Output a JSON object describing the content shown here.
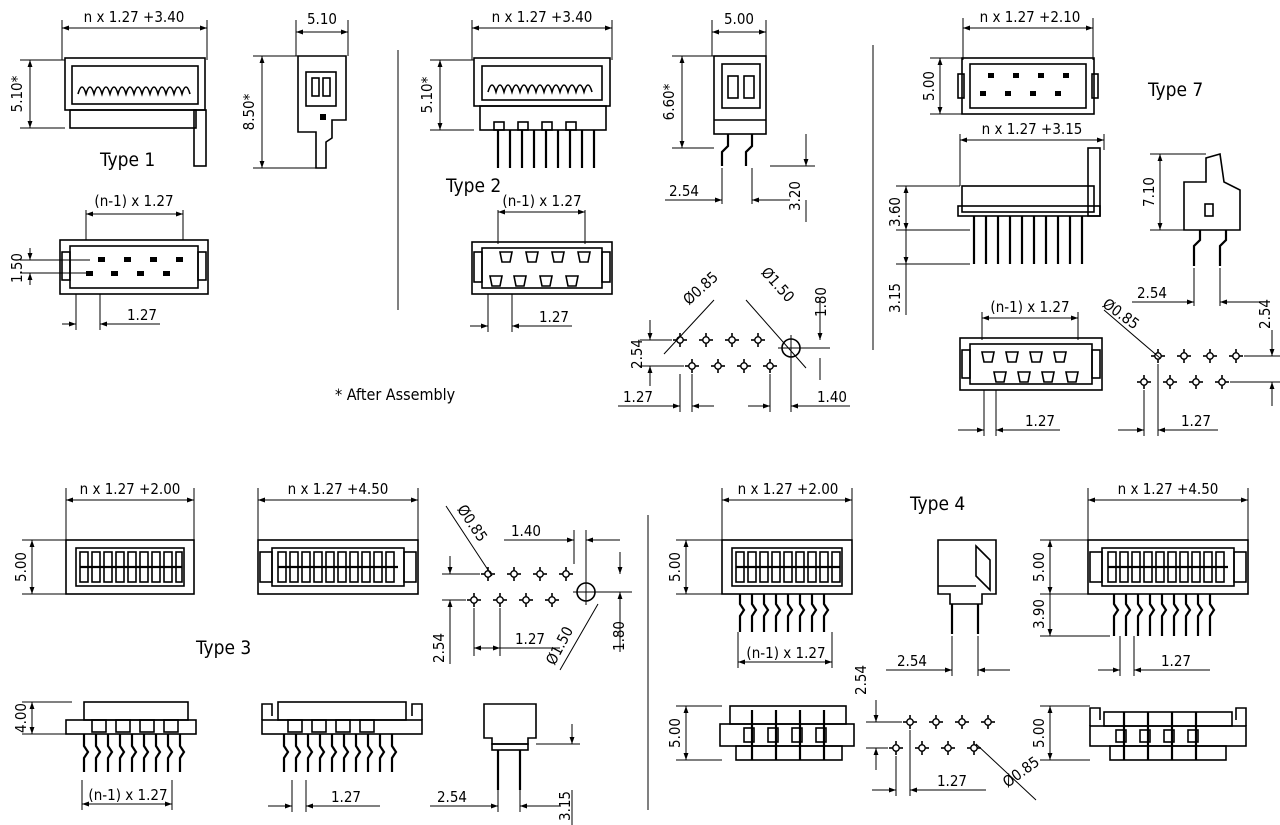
{
  "titles": {
    "type1": "Type 1",
    "type2": "Type 2",
    "type3": "Type 3",
    "type4": "Type 4",
    "type7": "Type 7"
  },
  "note": "* After Assembly",
  "dims": {
    "t1_width": "n x 1.27 +3.40",
    "t1_height": "5.10*",
    "t1_side_width": "5.10",
    "t1_side_height": "8.50*",
    "t1_pitch_top": "(n-1) x 1.27",
    "t1_row": "1.50",
    "t1_pitch_bottom": "1.27",
    "t2_width": "n x 1.27 +3.40",
    "t2_height": "5.10*",
    "t2_side_width": "5.00",
    "t2_side_height": "6.60*",
    "t2_leg_pitch": "2.54",
    "t2_leg_len": "3.20",
    "t2_pitch_top": "(n-1) x 1.27",
    "t2_pitch_bottom": "1.27",
    "t2_hole_small": "Ø0.85",
    "t2_hole_big": "Ø1.50",
    "t2_row": "2.54",
    "t2_big_off": "1.80",
    "t2_hp_left": "1.27",
    "t2_hp_right": "1.40",
    "t7_width": "n x 1.27 +2.10",
    "t7_height": "5.00",
    "t7_width2": "n x 1.27 +3.15",
    "t7_h1": "3.60",
    "t7_h2": "3.15",
    "t7_side_h": "7.10",
    "t7_leg_pitch": "2.54",
    "t7_pitch_top": "(n-1) x 1.27",
    "t7_hole": "Ø0.85",
    "t7_row": "2.54",
    "t7_p1": "1.27",
    "t7_p2": "1.27",
    "t3_width1": "n x 1.27 +2.00",
    "t3_h1": "5.00",
    "t3_width2": "n x 1.27 +4.50",
    "t3_hole_small": "Ø0.85",
    "t3_off": "1.40",
    "t3_row": "2.54",
    "t3_p": "1.27",
    "t3_hole_big": "Ø1.50",
    "t3_big_off": "1.80",
    "t3_h_side": "4.00",
    "t3_pitch_bottom": "(n-1) x 1.27",
    "t3_p_bottom": "1.27",
    "t3_leg_pitch": "2.54",
    "t3_leg_len": "3.15",
    "t4_width1": "n x 1.27 +2.00",
    "t4_h1": "5.00",
    "t4_pitch": "(n-1) x 1.27",
    "t4_leg_pitch": "2.54",
    "t4_row": "2.54",
    "t4_hole": "Ø0.85",
    "t4_p": "1.27",
    "t4_h_bottom": "5.00",
    "t4_width2": "n x 1.27 +4.50",
    "t4_h2": "5.00",
    "t4_h3": "3.90",
    "t4_p2": "1.27",
    "t4_h_bottom2": "5.00"
  }
}
